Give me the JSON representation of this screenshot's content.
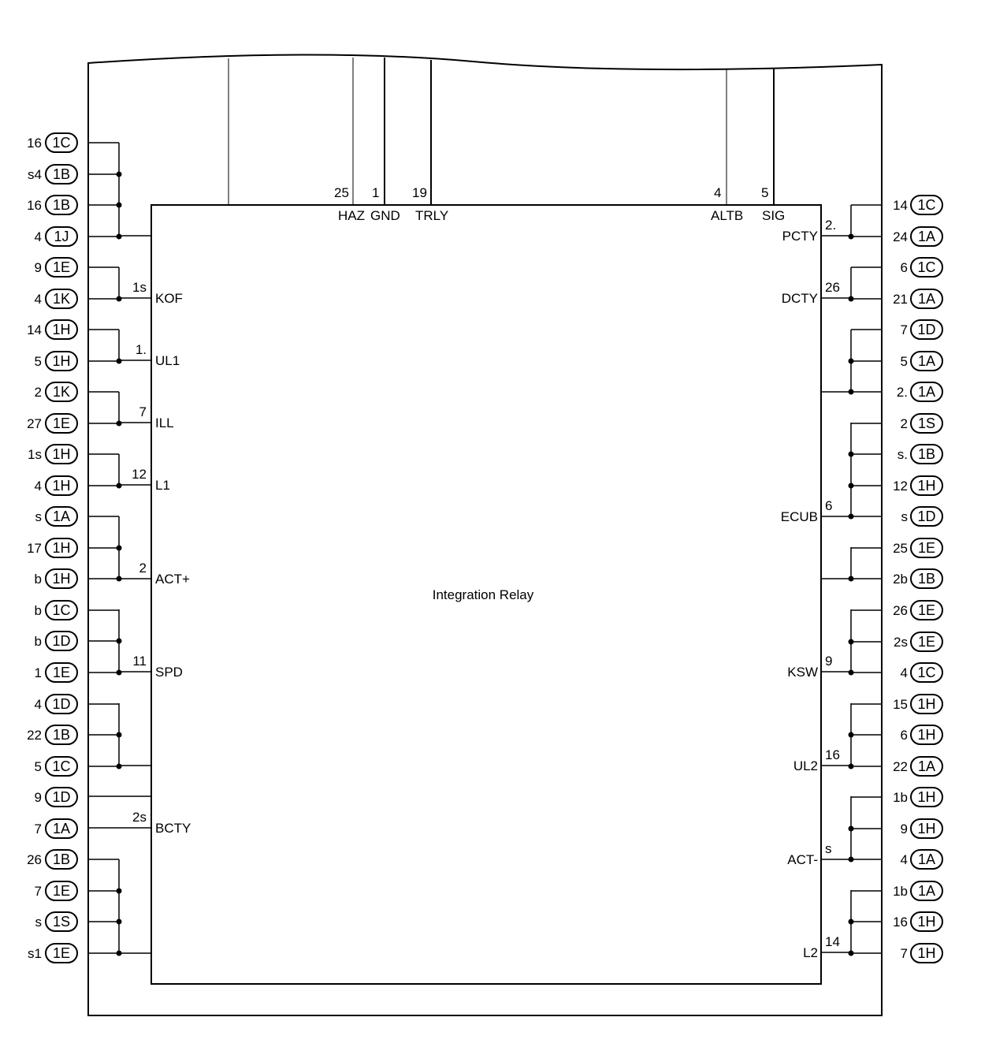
{
  "title": "Integration Relay",
  "top_pins": [
    {
      "pin": "25",
      "signal": "HAZ"
    },
    {
      "pin": "1",
      "signal": "GND"
    },
    {
      "pin": "19",
      "signal": "TRLY"
    },
    {
      "pin": "4",
      "signal": "ALTB"
    },
    {
      "pin": "5",
      "signal": "SIG"
    }
  ],
  "left_rows": [
    {
      "num": "16",
      "conn": "1C"
    },
    {
      "num": "s4",
      "conn": "1B"
    },
    {
      "num": "16",
      "conn": "1B"
    },
    {
      "num": "4",
      "conn": "1J"
    },
    {
      "num": "9",
      "conn": "1E"
    },
    {
      "num": "4",
      "conn": "1K"
    },
    {
      "num": "14",
      "conn": "1H"
    },
    {
      "num": "5",
      "conn": "1H"
    },
    {
      "num": "2",
      "conn": "1K"
    },
    {
      "num": "27",
      "conn": "1E"
    },
    {
      "num": "1s",
      "conn": "1H"
    },
    {
      "num": "4",
      "conn": "1H"
    },
    {
      "num": "s",
      "conn": "1A"
    },
    {
      "num": "17",
      "conn": "1H"
    },
    {
      "num": "b",
      "conn": "1H"
    },
    {
      "num": "b",
      "conn": "1C"
    },
    {
      "num": "b",
      "conn": "1D"
    },
    {
      "num": "1",
      "conn": "1E"
    },
    {
      "num": "4",
      "conn": "1D"
    },
    {
      "num": "22",
      "conn": "1B"
    },
    {
      "num": "5",
      "conn": "1C"
    },
    {
      "num": "9",
      "conn": "1D"
    },
    {
      "num": "7",
      "conn": "1A"
    },
    {
      "num": "26",
      "conn": "1B"
    },
    {
      "num": "7",
      "conn": "1E"
    },
    {
      "num": "s",
      "conn": "1S"
    },
    {
      "num": "s1",
      "conn": "1E"
    }
  ],
  "right_rows": [
    {
      "num": "14",
      "conn": "1C"
    },
    {
      "num": "24",
      "conn": "1A"
    },
    {
      "num": "6",
      "conn": "1C"
    },
    {
      "num": "21",
      "conn": "1A"
    },
    {
      "num": "7",
      "conn": "1D"
    },
    {
      "num": "5",
      "conn": "1A"
    },
    {
      "num": "2.",
      "conn": "1A"
    },
    {
      "num": "2",
      "conn": "1S"
    },
    {
      "num": "s.",
      "conn": "1B"
    },
    {
      "num": "12",
      "conn": "1H"
    },
    {
      "num": "s",
      "conn": "1D"
    },
    {
      "num": "25",
      "conn": "1E"
    },
    {
      "num": "2b",
      "conn": "1B"
    },
    {
      "num": "26",
      "conn": "1E"
    },
    {
      "num": "2s",
      "conn": "1E"
    },
    {
      "num": "4",
      "conn": "1C"
    },
    {
      "num": "15",
      "conn": "1H"
    },
    {
      "num": "6",
      "conn": "1H"
    },
    {
      "num": "22",
      "conn": "1A"
    },
    {
      "num": "1b",
      "conn": "1H"
    },
    {
      "num": "9",
      "conn": "1H"
    },
    {
      "num": "4",
      "conn": "1A"
    },
    {
      "num": "1b",
      "conn": "1A"
    },
    {
      "num": "16",
      "conn": "1H"
    },
    {
      "num": "7",
      "conn": "1H"
    }
  ],
  "left_pins": [
    {
      "pin": "1s",
      "signal": "KOF"
    },
    {
      "pin": "1.",
      "signal": "UL1"
    },
    {
      "pin": "7",
      "signal": "ILL"
    },
    {
      "pin": "12",
      "signal": "L1"
    },
    {
      "pin": "2",
      "signal": "ACT+"
    },
    {
      "pin": "11",
      "signal": "SPD"
    },
    {
      "pin": "2s",
      "signal": "BCTY"
    }
  ],
  "right_pins": [
    {
      "pin": "2.",
      "signal": "PCTY"
    },
    {
      "pin": "26",
      "signal": "DCTY"
    },
    {
      "pin": "6",
      "signal": "ECUB"
    },
    {
      "pin": "9",
      "signal": "KSW"
    },
    {
      "pin": "16",
      "signal": "UL2"
    },
    {
      "pin": "s",
      "signal": "ACT-"
    },
    {
      "pin": "14",
      "signal": "L2"
    }
  ]
}
